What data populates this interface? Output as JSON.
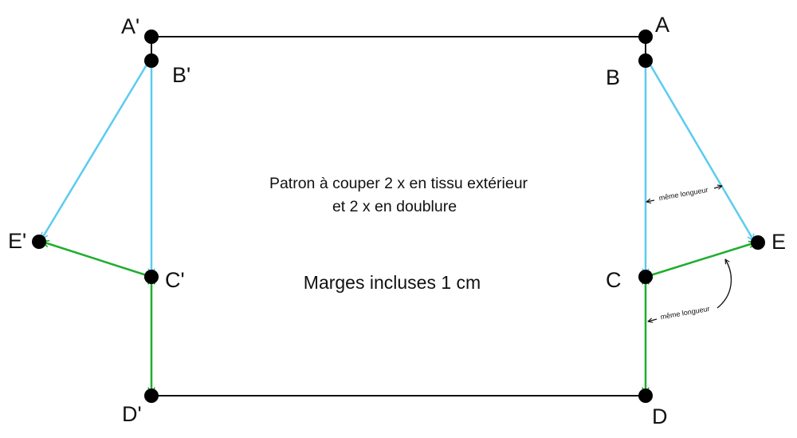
{
  "labels": {
    "A_prime": "A'",
    "B_prime": "B'",
    "C_prime": "C'",
    "D_prime": "D'",
    "E_prime": "E'",
    "A": "A",
    "B": "B",
    "C": "C",
    "D": "D",
    "E": "E"
  },
  "notes": {
    "cut_line1": "Patron à couper 2 x en tissu extérieur",
    "cut_line2": "et 2 x en doublure",
    "margins": "Marges incluses 1 cm",
    "same_length": "même longueur"
  },
  "colors": {
    "outline": "#111111",
    "point": "#000000",
    "blue": "#5ccbf0",
    "green": "#1fae2d"
  }
}
